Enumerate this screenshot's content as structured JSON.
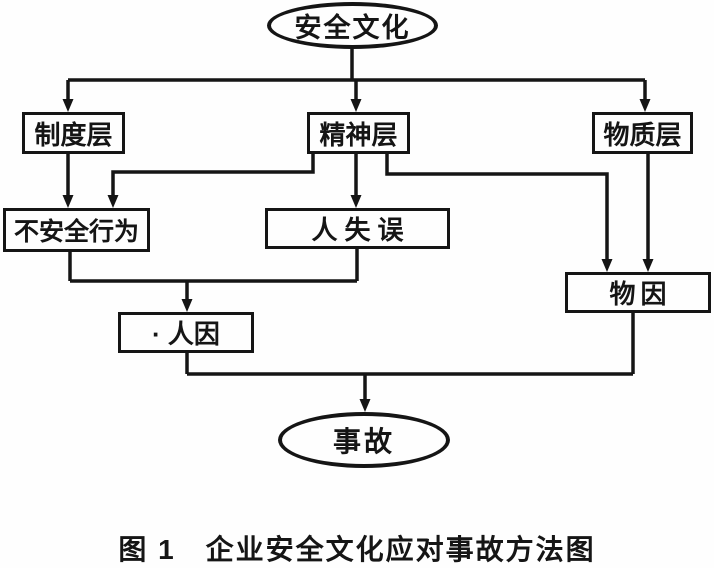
{
  "diagram": {
    "title": "企业安全文化应对事故方法图",
    "nodes": {
      "safety_culture": "安全文化",
      "institutional_layer": "制度层",
      "spiritual_layer": "精神层",
      "material_layer": "物质层",
      "unsafe_behavior": "不安全行为",
      "human_error": "人失误",
      "material_cause": "物因",
      "human_cause": "· 人因",
      "accident": "事故"
    },
    "caption": "图 1　企业安全文化应对事故方法图",
    "colors": {
      "line": "#151515",
      "background": "#fefefe",
      "text": "#151515"
    },
    "edges": [
      "安全文化 → 制度层",
      "安全文化 → 精神层",
      "安全文化 → 物质层",
      "制度层 → 不安全行为",
      "精神层 → 不安全行为",
      "精神层 → 人失误",
      "精神层 → 物因",
      "物质层 → 物因",
      "不安全行为 → 人因",
      "人失误 → 人因",
      "人因 → 事故",
      "物因 → 事故"
    ]
  }
}
